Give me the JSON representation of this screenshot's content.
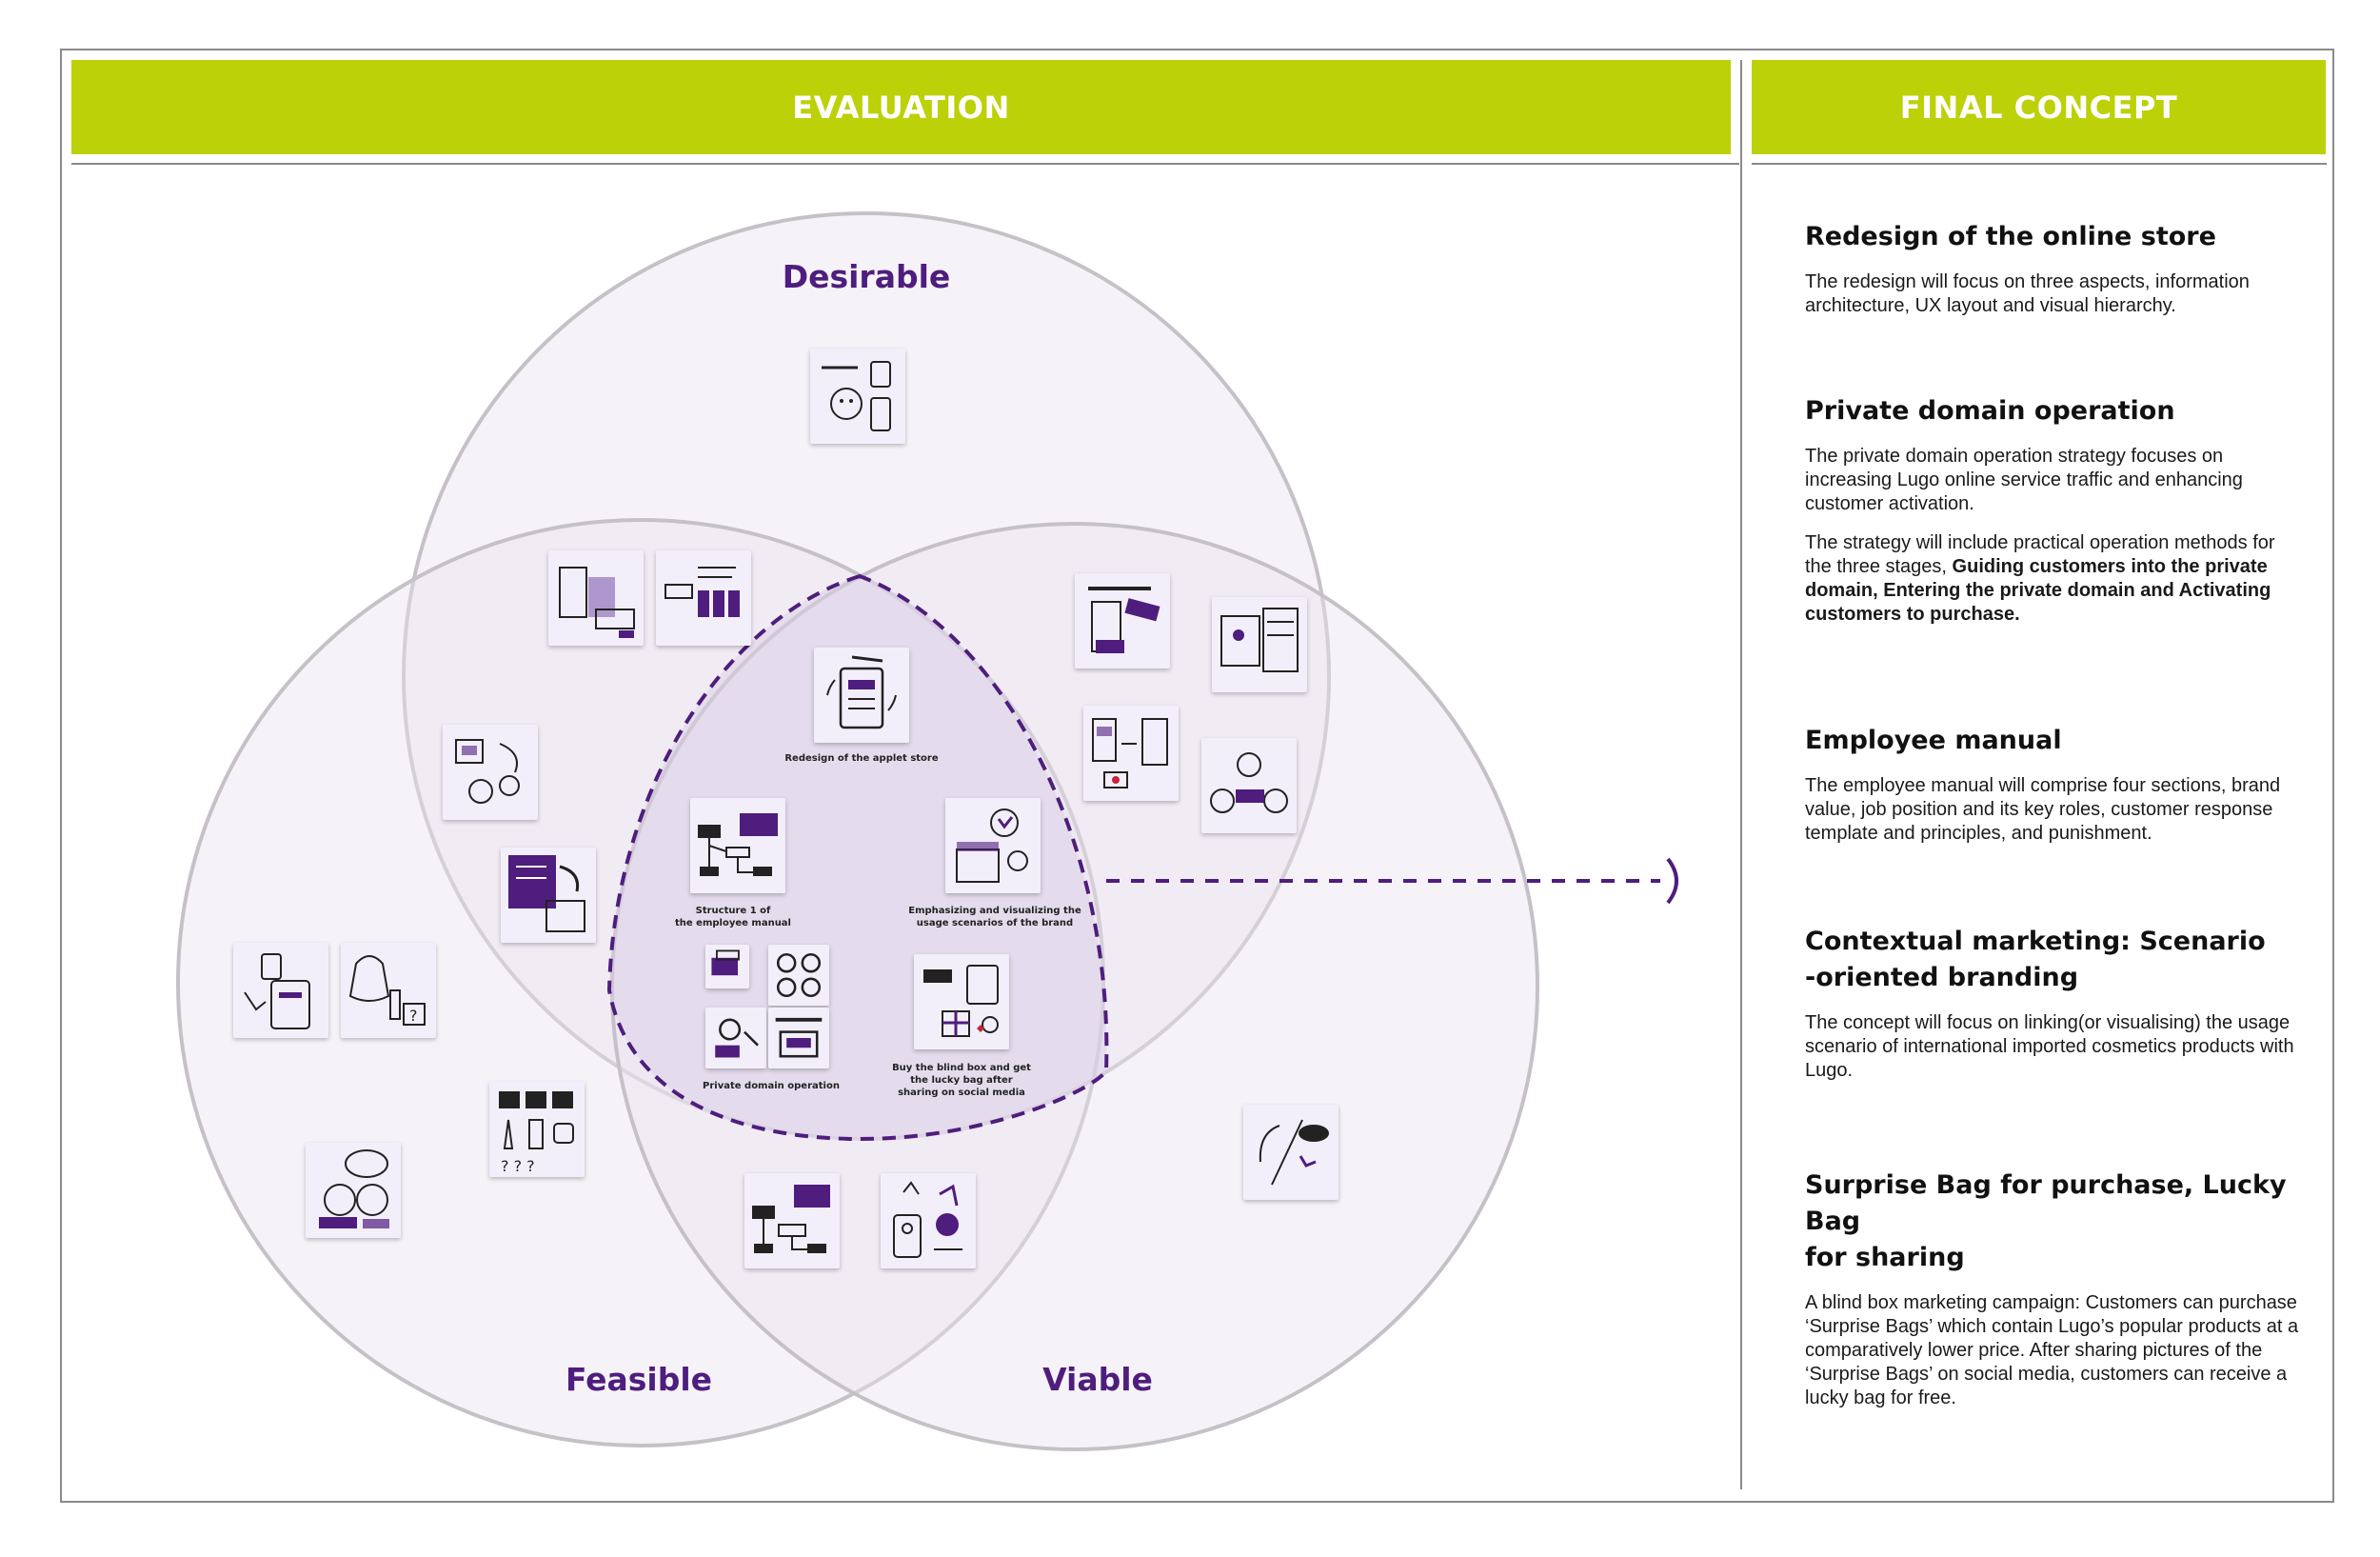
{
  "headers": {
    "evaluation": "EVALUATION",
    "final_concept": "FINAL CONCEPT"
  },
  "venn": {
    "labels": {
      "desirable": "Desirable",
      "feasible": "Feasible",
      "viable": "Viable"
    },
    "captions": {
      "applet_store": "Redesign of the applet store",
      "employee_manual": "Structure 1 of\nthe employee manual",
      "usage_scenarios": "Emphasizing and visualizing the\nusage scenarios of the brand",
      "private_domain": "Private domain operation",
      "blind_box": "Buy the blind box and get\nthe lucky bag after\nsharing on social media"
    },
    "colors": {
      "label": "#4e1d7d",
      "circle_fill": "#e9e3ef",
      "circle_stroke": "#c6c1c8",
      "dash": "#4e1d7d",
      "banner": "#bcd108"
    }
  },
  "final_concept": {
    "s1": {
      "title": "Redesign of the online store",
      "p1": "The redesign will focus on three aspects, information architecture, UX layout and visual hierarchy."
    },
    "s2": {
      "title": "Private domain operation",
      "p1": "The private domain operation strategy focuses on increasing Lugo online service traffic and enhancing customer activation.",
      "p2_start": "The strategy will include practical operation methods for the three stages, ",
      "p2_bold": "Guiding customers into the private domain, Entering the private domain and Activating customers to purchase."
    },
    "s3": {
      "title": "Employee manual",
      "p1": "The employee manual will comprise four sections, brand value, job position and its key roles, customer response template and principles, and punishment."
    },
    "s4": {
      "title_line1": "Contextual marketing: Scenario",
      "title_line2": "-oriented branding",
      "p1": "The concept will focus on linking(or visualising) the usage scenario of international imported cosmetics products with Lugo."
    },
    "s5": {
      "title_line1": "Surprise Bag for purchase, Lucky Bag",
      "title_line2": "for sharing",
      "p1": "A blind box marketing campaign: Customers can purchase ‘Surprise Bags’ which contain Lugo’s popular products at a comparatively lower price. After sharing pictures of the ‘Surprise Bags’ on social media, customers can receive a lucky bag for free."
    }
  }
}
